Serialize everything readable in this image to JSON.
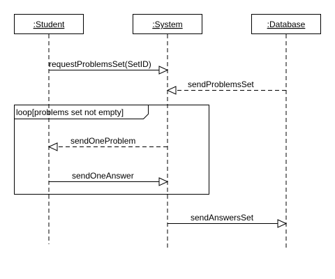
{
  "participants": [
    {
      "id": "student",
      "label": ":Student"
    },
    {
      "id": "system",
      "label": ":System"
    },
    {
      "id": "database",
      "label": ":Database"
    }
  ],
  "messages": [
    {
      "id": "request-problems-set",
      "label": "requestProblemsSet(SetID)",
      "from": "student",
      "to": "system",
      "style": "solid"
    },
    {
      "id": "send-problems-set",
      "label": "sendProblemsSet",
      "from": "database",
      "to": "system",
      "style": "dashed"
    },
    {
      "id": "send-one-problem",
      "label": "sendOneProblem",
      "from": "system",
      "to": "student",
      "style": "dashed"
    },
    {
      "id": "send-one-answer",
      "label": "sendOneAnswer",
      "from": "student",
      "to": "system",
      "style": "solid"
    },
    {
      "id": "send-answers-set",
      "label": "sendAnswersSet",
      "from": "system",
      "to": "database",
      "style": "solid"
    }
  ],
  "loop": {
    "label": "loop[problems set not empty]",
    "contains": [
      "send-one-problem",
      "send-one-answer"
    ]
  }
}
